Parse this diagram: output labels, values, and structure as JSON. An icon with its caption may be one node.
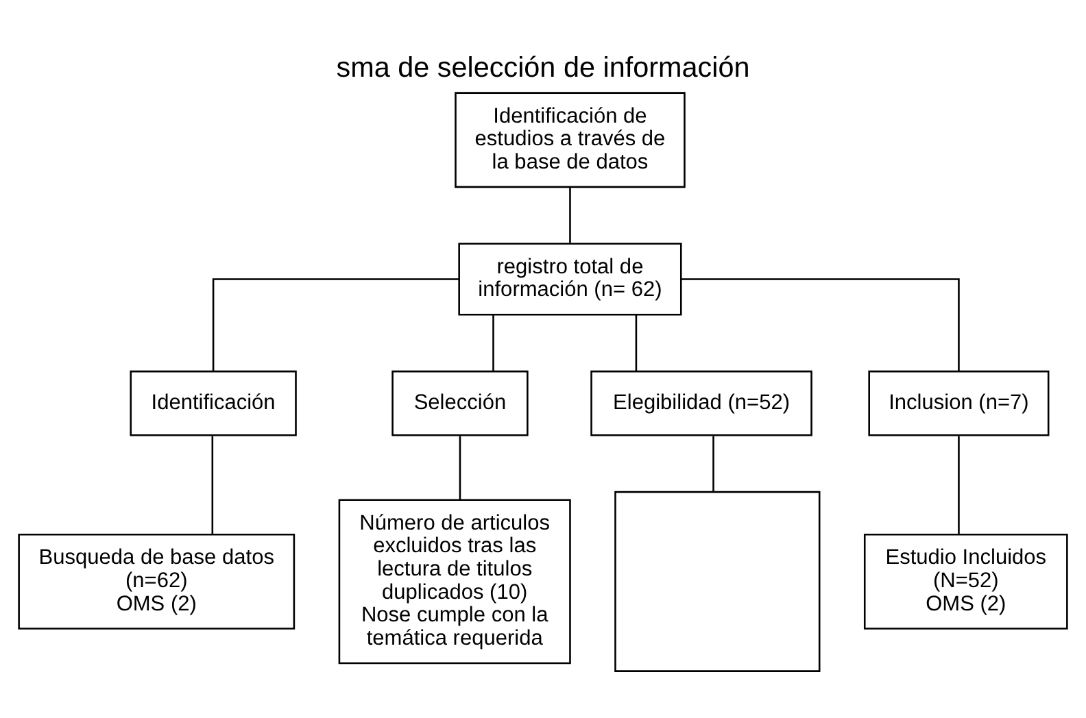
{
  "diagram": {
    "title": "sma de selección de información",
    "nodes": [
      {
        "text": [
          "Identificación de estudios a través de la base de datos"
        ]
      },
      {
        "text": [
          "registro total de información (n= 62)"
        ]
      },
      {
        "text": [
          "Identificación"
        ]
      },
      {
        "text": [
          "Selección"
        ]
      },
      {
        "text": [
          "Elegibilidad (n=52)"
        ]
      },
      {
        "text": [
          "Inclusion (n=7)"
        ]
      },
      {
        "text": [
          "Busqueda de base datos (n=62)",
          "OMS (2)"
        ]
      },
      {
        "text": [
          "Número de articulos excluidos tras las lectura de titulos duplicados (10)",
          "Nose cumple con la temática requerida"
        ]
      },
      {
        "text": [],
        "shape": "box"
      },
      {
        "text": [
          "Estudio Incluidos (N=52)",
          "OMS (2)"
        ]
      }
    ],
    "edges": [
      {
        "from": 0,
        "to": 1,
        "arrow": "none"
      },
      {
        "from": 1,
        "to": 2,
        "arrow": "none"
      },
      {
        "from": 1,
        "to": 3,
        "arrow": "none"
      },
      {
        "from": 1,
        "to": 4,
        "arrow": "none"
      },
      {
        "from": 1,
        "to": 5,
        "arrow": "none"
      },
      {
        "from": 2,
        "to": 6,
        "arrow": "none"
      },
      {
        "from": 3,
        "to": 7,
        "arrow": "none"
      },
      {
        "from": 4,
        "to": 8,
        "arrow": "none"
      },
      {
        "from": 5,
        "to": 9,
        "arrow": "none"
      }
    ]
  }
}
